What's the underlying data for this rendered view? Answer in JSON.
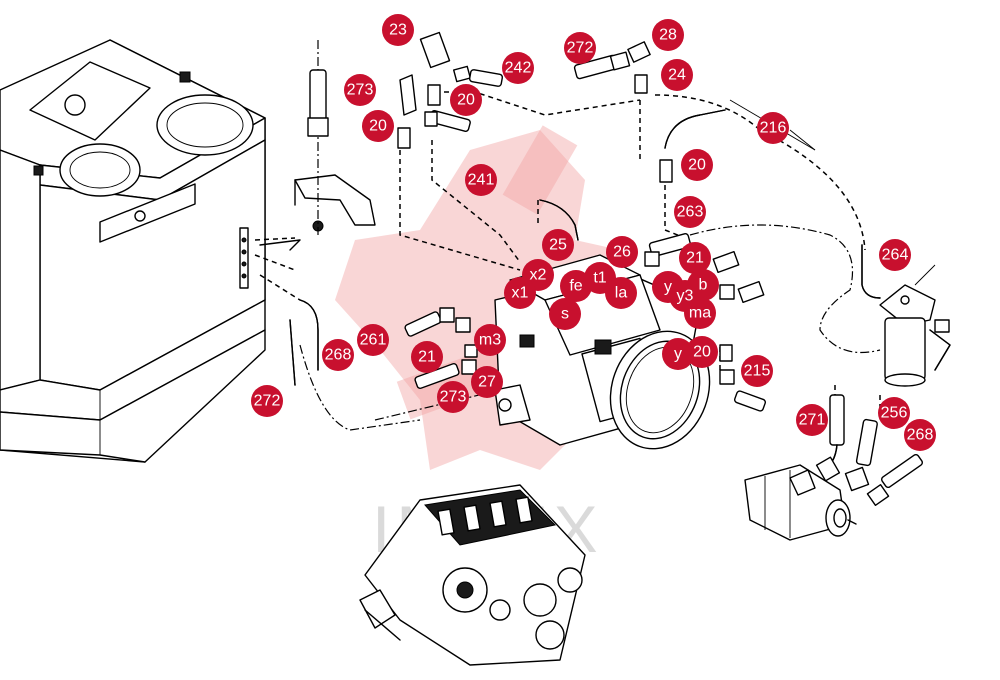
{
  "watermark": {
    "text": "IMTEX",
    "color": "#f2a3a3"
  },
  "callout_color": "#c8102e",
  "callouts": [
    {
      "id": "c23",
      "label": "23"
    },
    {
      "id": "c28",
      "label": "28"
    },
    {
      "id": "c272a",
      "label": "272"
    },
    {
      "id": "c242",
      "label": "242"
    },
    {
      "id": "c24",
      "label": "24"
    },
    {
      "id": "c273a",
      "label": "273"
    },
    {
      "id": "c20a",
      "label": "20"
    },
    {
      "id": "c20b",
      "label": "20"
    },
    {
      "id": "c216",
      "label": "216"
    },
    {
      "id": "c20c",
      "label": "20"
    },
    {
      "id": "c241",
      "label": "241"
    },
    {
      "id": "c263",
      "label": "263"
    },
    {
      "id": "c25",
      "label": "25"
    },
    {
      "id": "c26",
      "label": "26"
    },
    {
      "id": "c21a",
      "label": "21"
    },
    {
      "id": "c264",
      "label": "264"
    },
    {
      "id": "cx2",
      "label": "x2"
    },
    {
      "id": "cx1",
      "label": "x1"
    },
    {
      "id": "cfe",
      "label": "fe"
    },
    {
      "id": "ct1",
      "label": "t1"
    },
    {
      "id": "cla",
      "label": "la"
    },
    {
      "id": "cy4",
      "label": "y"
    },
    {
      "id": "cy3",
      "label": "y3"
    },
    {
      "id": "cb",
      "label": "b"
    },
    {
      "id": "cs",
      "label": "s"
    },
    {
      "id": "cma",
      "label": "ma"
    },
    {
      "id": "cm3",
      "label": "m3"
    },
    {
      "id": "c261",
      "label": "261"
    },
    {
      "id": "c268a",
      "label": "268"
    },
    {
      "id": "c21b",
      "label": "21"
    },
    {
      "id": "cy1",
      "label": "y"
    },
    {
      "id": "c20d",
      "label": "20"
    },
    {
      "id": "c215",
      "label": "215"
    },
    {
      "id": "c27",
      "label": "27"
    },
    {
      "id": "c273b",
      "label": "273"
    },
    {
      "id": "c272b",
      "label": "272"
    },
    {
      "id": "c271",
      "label": "271"
    },
    {
      "id": "c256",
      "label": "256"
    },
    {
      "id": "c268b",
      "label": "268"
    }
  ]
}
